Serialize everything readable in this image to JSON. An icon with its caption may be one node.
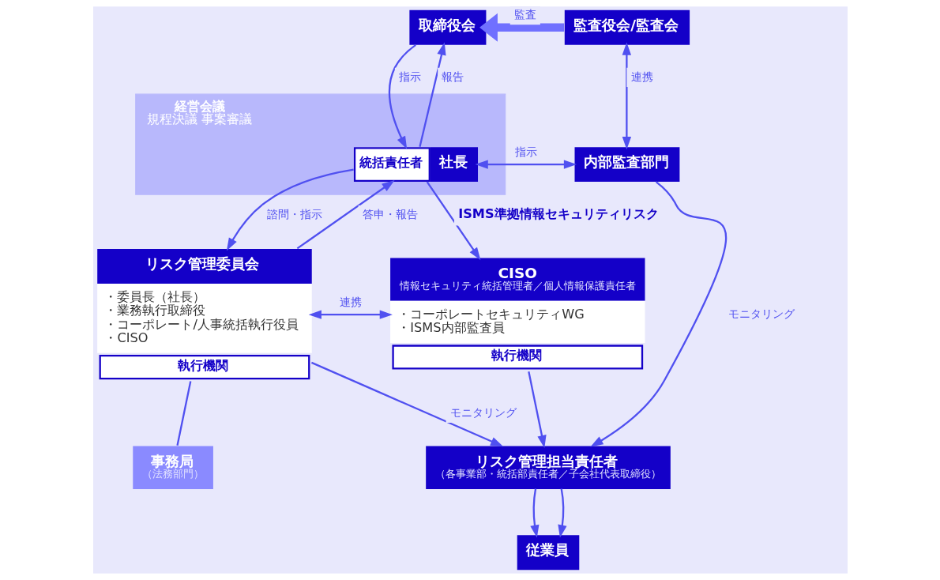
{
  "diagram": {
    "nodes": [
      {
        "text": [
          "取締役会"
        ]
      },
      {
        "text": [
          "監査役会/監査会"
        ]
      },
      {
        "text": [
          "経営会議",
          "規程決議 事案審議"
        ]
      },
      {
        "text": [
          "統括責任者",
          "社長"
        ],
        "in": 2
      },
      {
        "text": [
          "内部監査部門"
        ]
      },
      {
        "text": [
          "リスク管理委員会",
          "・委員長（社長）",
          "・業務執行取締役",
          "・コーポレート/人事統括執行役員",
          "・CISO",
          "執行機関"
        ]
      },
      {
        "text": [
          "事務局",
          "（法務部門）"
        ]
      },
      {
        "text": [
          "CISO",
          "情報セキュリティ統括管理者／個人情報保護責任者",
          "・コーポレートセキュリティWG",
          "・ISMS内部監査員",
          "執行機関"
        ]
      },
      {
        "text": [
          "リスク管理担当責任者",
          "（各事業部・統括部責任者／子会社代表取締役）"
        ]
      },
      {
        "text": [
          "従業員"
        ]
      }
    ],
    "edges": [
      {
        "from": 1,
        "to": 0,
        "arrow": "to",
        "label": "監査",
        "style": "thick",
        "color": "#7070ff"
      },
      {
        "from": 3,
        "to": 0,
        "arrow": "to",
        "label": "報告"
      },
      {
        "from": 0,
        "to": 3,
        "arrow": "to",
        "label": "指示"
      },
      {
        "from": 1,
        "to": 4,
        "arrow": "both",
        "label": "連携"
      },
      {
        "from": 3,
        "to": 4,
        "arrow": "both",
        "label": "指示"
      },
      {
        "from": 3,
        "to": 7,
        "arrow": "to",
        "label": "ISMS準拠情報セキュリティリスク"
      },
      {
        "from": 5,
        "to": 3,
        "arrow": "to",
        "label": "答申・報告"
      },
      {
        "from": 3,
        "to": 5,
        "arrow": "to",
        "label": "諮問・指示"
      },
      {
        "from": 5,
        "to": 6,
        "arrow": "none"
      },
      {
        "from": 7,
        "to": 5,
        "arrow": "both",
        "label": "連携"
      },
      {
        "from": 5,
        "to": 8,
        "arrow": "to",
        "label": "モニタリング"
      },
      {
        "from": 7,
        "to": 8,
        "arrow": "to"
      },
      {
        "from": 4,
        "to": 8,
        "arrow": "to",
        "label": "モニタリング"
      },
      {
        "from": 8,
        "to": 9,
        "arrow": "to"
      },
      {
        "from": 8,
        "to": 9,
        "arrow": "to"
      }
    ]
  }
}
